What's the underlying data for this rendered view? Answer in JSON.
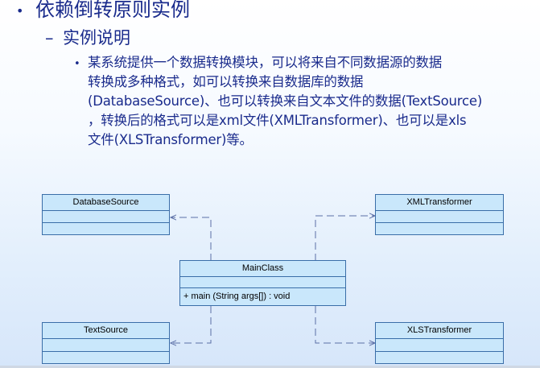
{
  "slide": {
    "heading_bullet": "•",
    "heading": "依赖倒转原则实例",
    "subheading_dash": "–",
    "subheading": "实例说明",
    "body_bullet": "•",
    "body_lines": [
      "某系统提供一个数据转换模块，可以将来自不同数据源的数据",
      "转换成多种格式，如可以转换来自数据库的数据",
      "(DatabaseSource)、也可以转换来自文本文件的数据(TextSource)",
      "，转换后的格式可以是xml文件(XMLTransformer)、也可以是xls",
      "文件(XLSTransformer)等。"
    ]
  },
  "diagram": {
    "classes": {
      "database_source": {
        "name": "DatabaseSource"
      },
      "text_source": {
        "name": "TextSource"
      },
      "main_class": {
        "name": "MainClass",
        "operation": "+  main (String args[]) : void"
      },
      "xml_transformer": {
        "name": "XMLTransformer"
      },
      "xls_transformer": {
        "name": "XLSTransformer"
      }
    },
    "relationship": "dependency",
    "colors": {
      "class_fill": "#c9e7fb",
      "class_border": "#3a6ea8",
      "dependency_line": "#5b6fa6",
      "text": "#1a2b8c"
    }
  }
}
